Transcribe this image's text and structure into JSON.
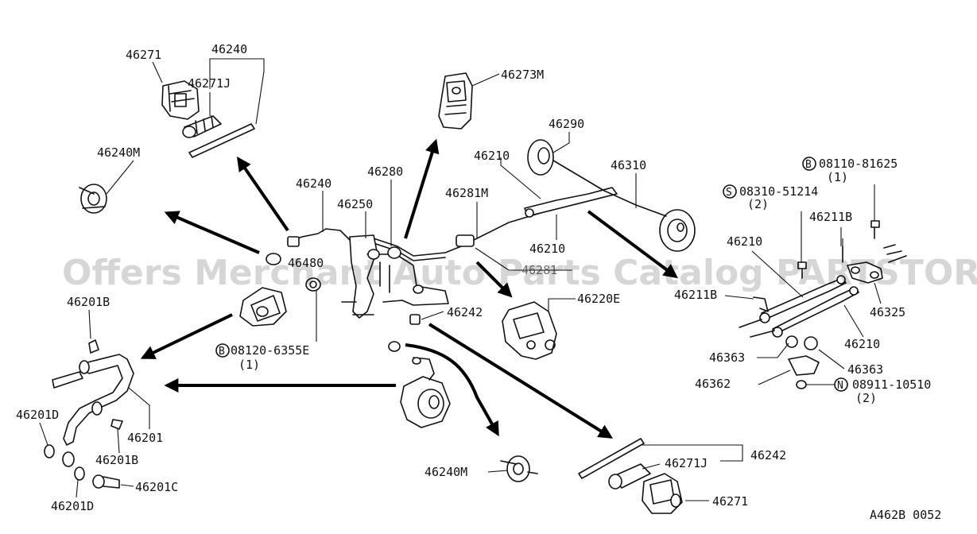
{
  "labels": {
    "p46271_top": "46271",
    "p46240_top": "46240",
    "p46271J_top": "46271J",
    "p46273M": "46273M",
    "p46240M_left": "46240M",
    "p46240_center": "46240",
    "p46280": "46280",
    "p46250": "46250",
    "p46281M": "46281M",
    "p46210_upper": "46210",
    "p46290": "46290",
    "p46310": "46310",
    "p46210_mid": "46210",
    "p46220E": "46220E",
    "p46242_center": "46242",
    "p46480": "46480",
    "p46201B_top": "46201B",
    "bolt_08120": "08120-6355E",
    "bolt_08120_qty": "(1)",
    "p46201D_left": "46201D",
    "p46201": "46201",
    "p46201B_bottom": "46201B",
    "p46201C": "46201C",
    "p46201D_bottom": "46201D",
    "p46240M_bottom": "46240M",
    "p46271J_bottom": "46271J",
    "p46242_bottom": "46242",
    "p46271_bottom": "46271",
    "bolt_08110": "08110-81625",
    "bolt_08110_qty": "(1)",
    "screw_08310": "08310-51214",
    "screw_08310_qty": "(2)",
    "p46211B_right": "46211B",
    "p46210_right_top": "46210",
    "p46325": "46325",
    "p46211B_mid": "46211B",
    "p46210_right_bottom": "46210",
    "p46363_left": "46363",
    "p46363_right": "46363",
    "p46362": "46362",
    "nut_08911": "08911-10510",
    "nut_08911_qty": "(2)",
    "circle_B": "B",
    "circle_S": "S",
    "circle_N": "N",
    "diagram_code": "A462B 0052"
  },
  "watermark": "Offers Merchant Auto Parts Catalog PARTSTORE.SA"
}
